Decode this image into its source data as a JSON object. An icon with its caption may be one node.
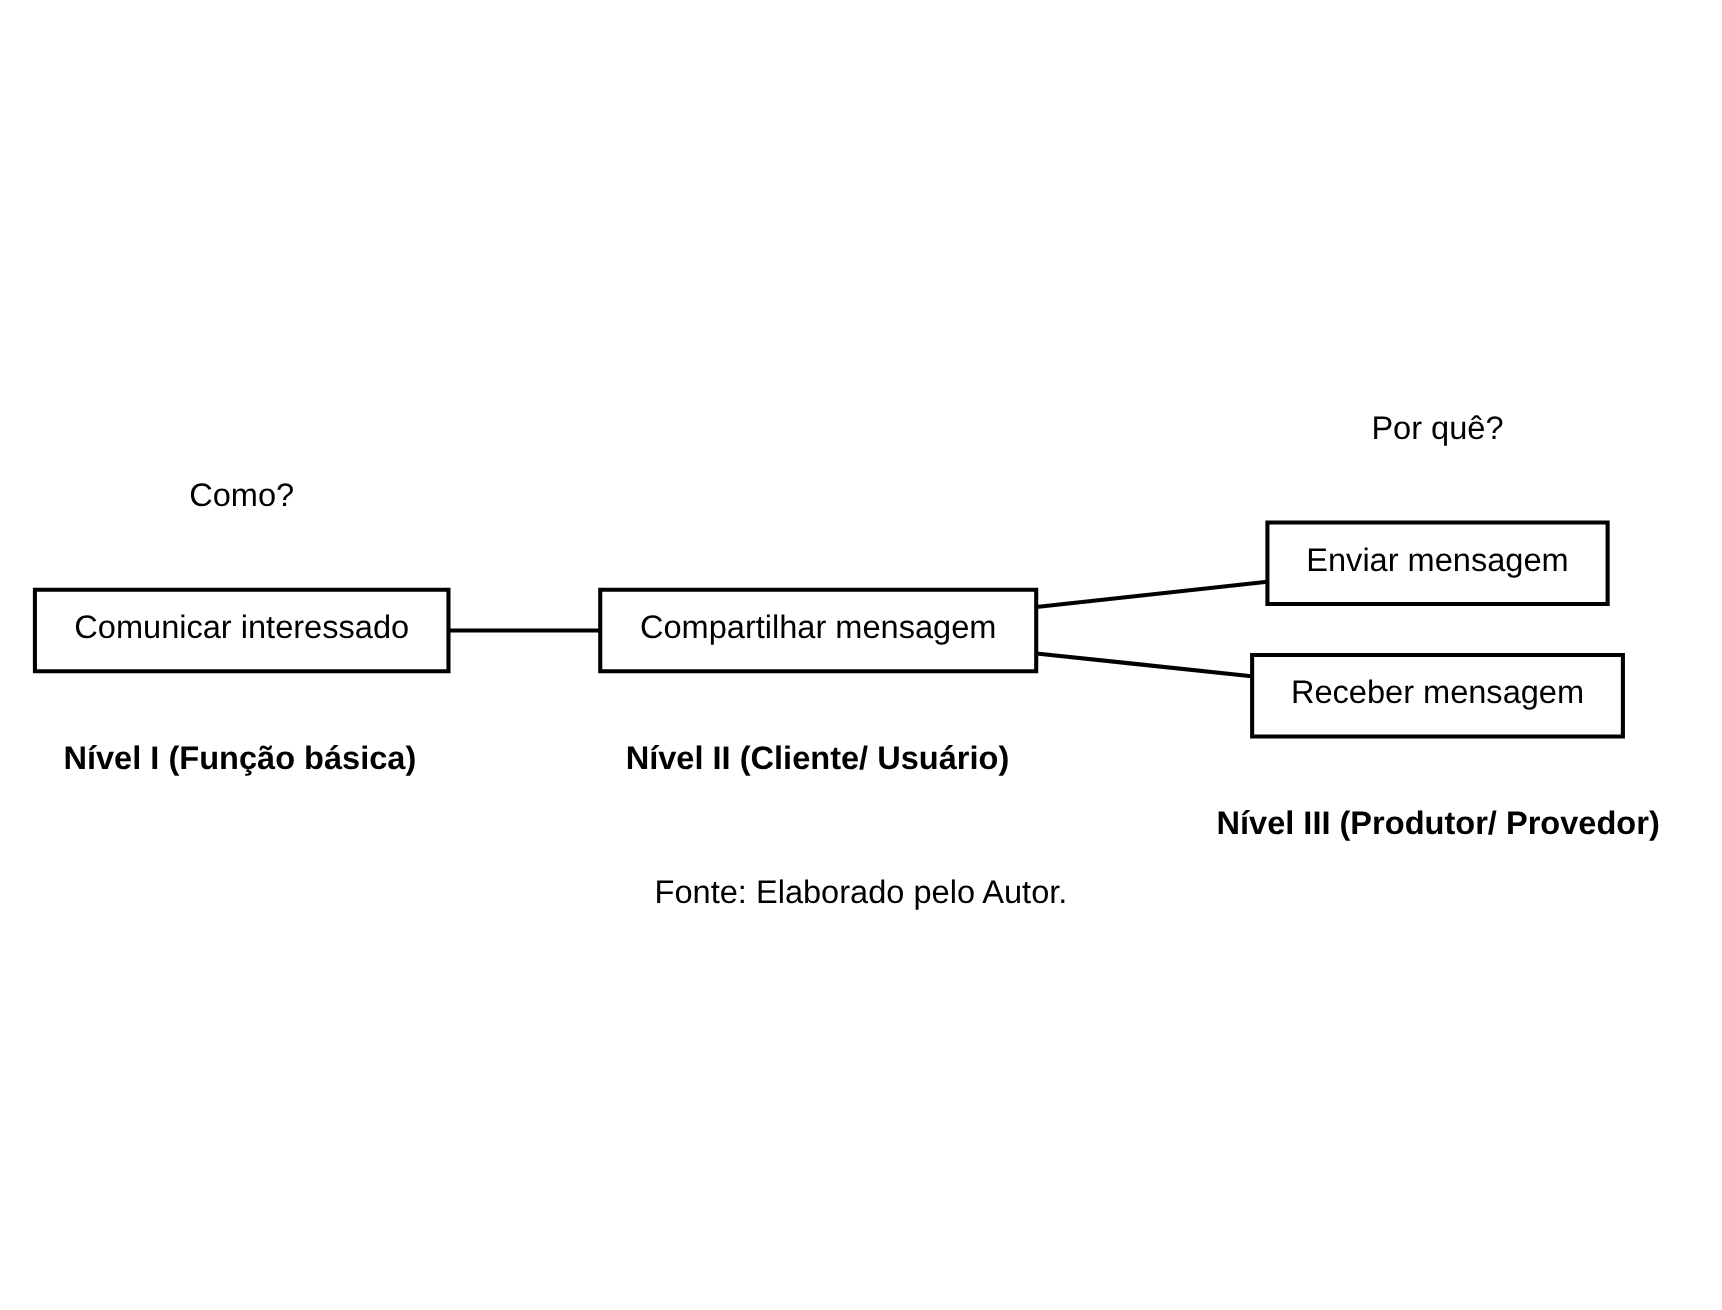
{
  "diagram": {
    "caption": "Fonte: Elaborado pelo Autor.",
    "nodes": [
      {
        "text": [
          "Comunicar interessado"
        ]
      },
      {
        "text": [
          "Compartilhar mensagem"
        ]
      },
      {
        "text": [
          "Enviar mensagem"
        ]
      },
      {
        "text": [
          "Receber mensagem"
        ]
      }
    ],
    "edges": [
      {
        "from": 0,
        "to": 1,
        "arrow": "none"
      },
      {
        "from": 1,
        "to": 2,
        "arrow": "none"
      },
      {
        "from": 1,
        "to": 3,
        "arrow": "none"
      }
    ],
    "labels": [
      "Como?",
      "Por quê?",
      "Nível I (Função básica)",
      "Nível II (Cliente/ Usuário)",
      "Nível III (Produtor/ Provedor)"
    ]
  }
}
